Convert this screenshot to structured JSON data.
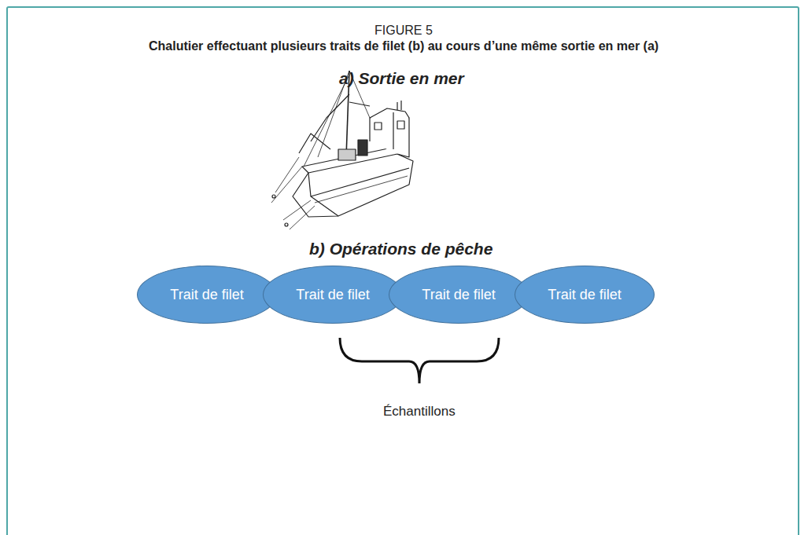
{
  "diagram": {
    "title": "FIGURE 5",
    "nodes": [
      {
        "text": [
          "Trait de filet"
        ]
      },
      {
        "text": [
          "Trait de filet"
        ]
      },
      {
        "text": [
          "Trait de filet"
        ]
      },
      {
        "text": [
          "Trait de filet"
        ]
      }
    ],
    "labels": [
      "Chalutier effectuant plusieurs traits de filet (b) au cours d’une même sortie en mer (a)",
      "a) Sortie en mer",
      "b) Opérations de pêche",
      "Échantillons"
    ]
  }
}
